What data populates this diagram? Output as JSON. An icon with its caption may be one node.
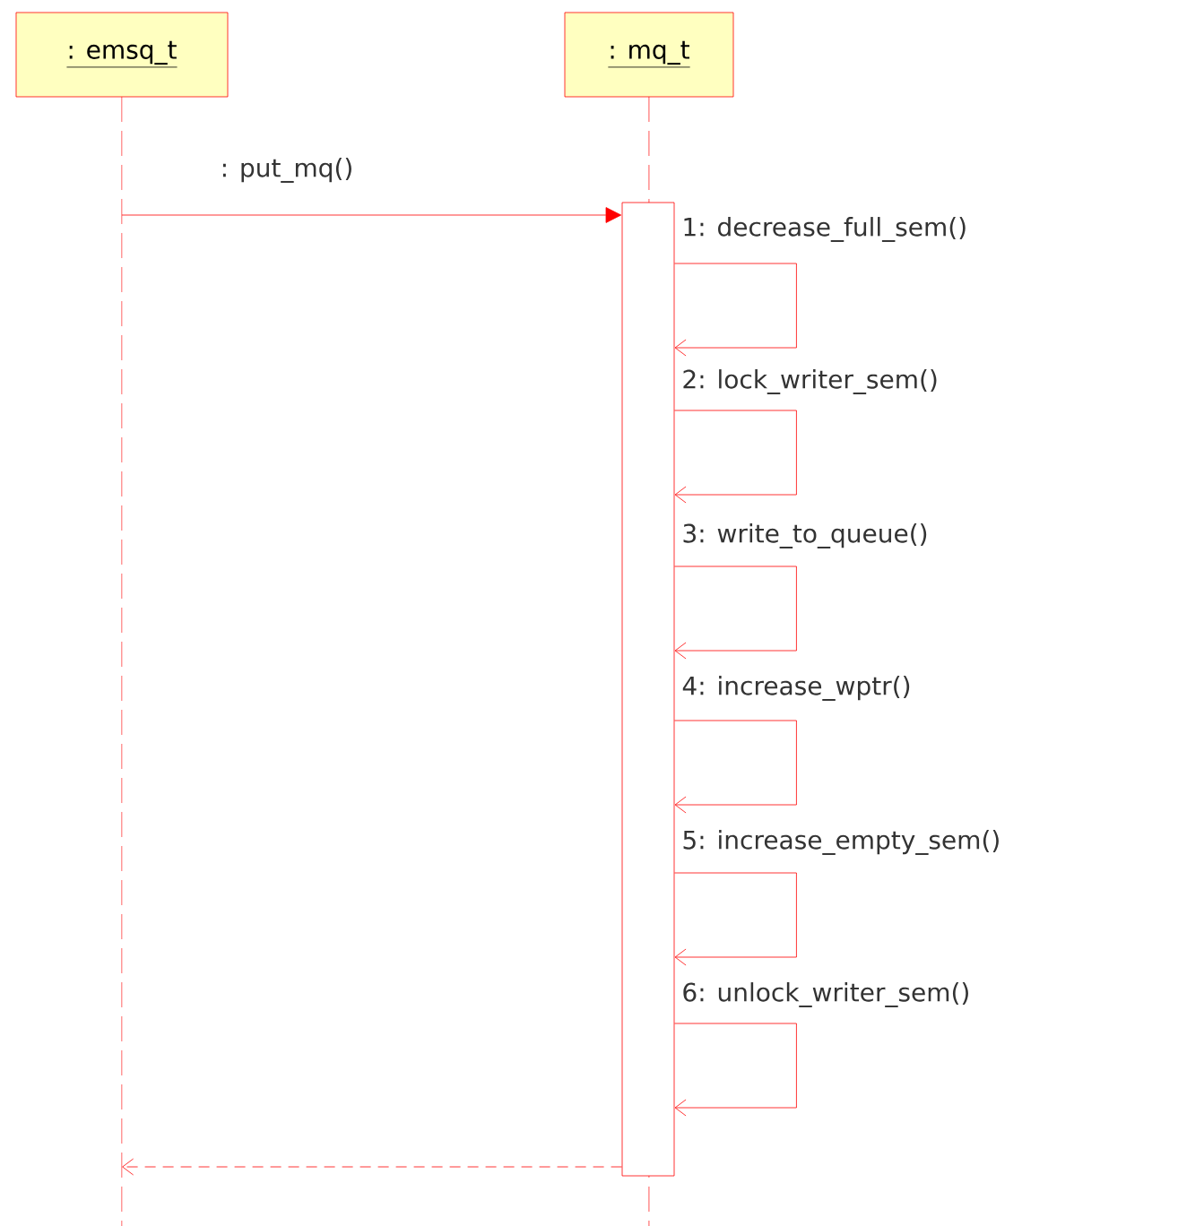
{
  "diagram": {
    "nodes": [
      {
        "text": [
          ": emsq_t"
        ]
      },
      {
        "text": [
          ": mq_t"
        ]
      },
      {
        "text": [],
        "shape": "bar",
        "in": 1
      }
    ],
    "edges": [
      {
        "from": 0,
        "to": 2,
        "arrow": "to",
        "label": ": put_mq()"
      },
      {
        "from": 2,
        "to": 2,
        "arrow": "to",
        "label": "1: decrease_full_sem()"
      },
      {
        "from": 2,
        "to": 2,
        "arrow": "to",
        "label": "2: lock_writer_sem()"
      },
      {
        "from": 2,
        "to": 2,
        "arrow": "to",
        "label": "3: write_to_queue()"
      },
      {
        "from": 2,
        "to": 2,
        "arrow": "to",
        "label": "4: increase_wptr()"
      },
      {
        "from": 2,
        "to": 2,
        "arrow": "to",
        "label": "5: increase_empty_sem()"
      },
      {
        "from": 2,
        "to": 2,
        "arrow": "to",
        "label": "6: unlock_writer_sem()"
      },
      {
        "from": 2,
        "to": 0,
        "arrow": "to",
        "style": "dashed"
      }
    ]
  }
}
